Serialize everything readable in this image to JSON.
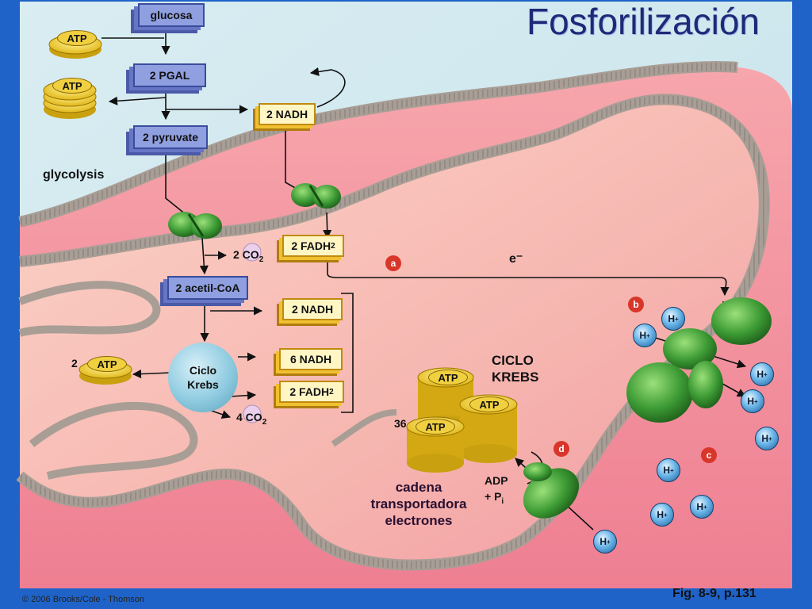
{
  "title": "Fosforilización",
  "credit": "© 2006 Brooks/Cole - Thomson",
  "figure_ref": "Fig. 8-9, p.131",
  "glycolysis": {
    "glucose": "glucosa",
    "pgal": "2 PGAL",
    "pyruvate": "2 pyruvate",
    "label": "glycolysis",
    "atp_in": "ATP",
    "atp_out": "ATP",
    "nadh": "2 NADH"
  },
  "krebs_prep": {
    "co2": "2 CO",
    "co2_sub": "2",
    "fadh": "2 FADH",
    "fadh_sub": "2",
    "acetyl": "2 acetil-CoA",
    "nadh": "2 NADH"
  },
  "krebs": {
    "line1": "Ciclo",
    "line2": "Krebs",
    "atp_count": "2",
    "atp": "ATP",
    "nadh": "6 NADH",
    "fadh": "2 FADH",
    "fadh_sub": "2",
    "co2": "4 CO",
    "co2_sub": "2"
  },
  "electron": "e⁻",
  "steps": {
    "a": "a",
    "b": "b",
    "c": "c",
    "d": "d"
  },
  "ciclo_krebs": {
    "line1": "CICLO",
    "line2": "KREBS"
  },
  "atp_stack": {
    "count": "36",
    "label": "ATP"
  },
  "chain": {
    "line1": "cadena",
    "line2": "transportadora",
    "line3": "electrones"
  },
  "synthase": {
    "adp": "ADP",
    "pi": "+ P",
    "pi_sub": "i"
  },
  "proton": "H",
  "proton_sup": "+",
  "colors": {
    "background": "#1f63c8",
    "matrix": "#f7c6bf",
    "membrane": "#b9b0a6",
    "protein": "#3c9a34",
    "arrow": "#111111"
  }
}
